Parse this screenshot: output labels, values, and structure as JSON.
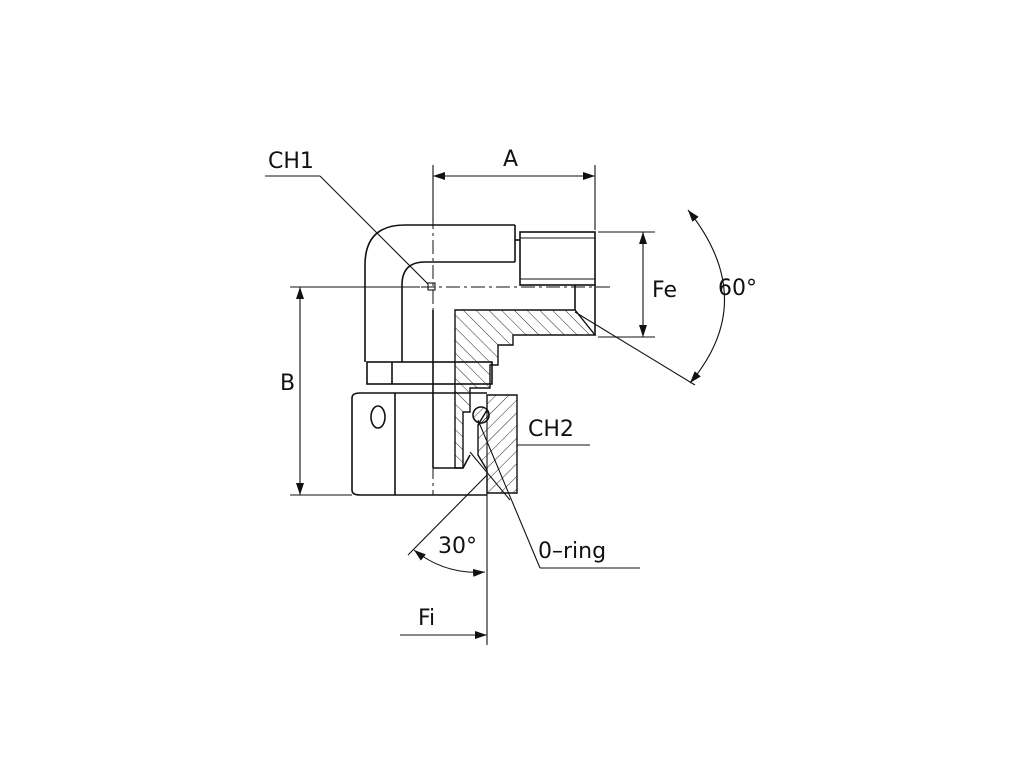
{
  "labels": {
    "ch1": "CH1",
    "ch2": "CH2",
    "a": "A",
    "b": "B",
    "fe": "Fe",
    "fi": "Fi",
    "angle_60": "60°",
    "angle_30": "30°",
    "oring": "0–ring"
  },
  "icons": {
    "arrowhead": "filled-triangle"
  }
}
